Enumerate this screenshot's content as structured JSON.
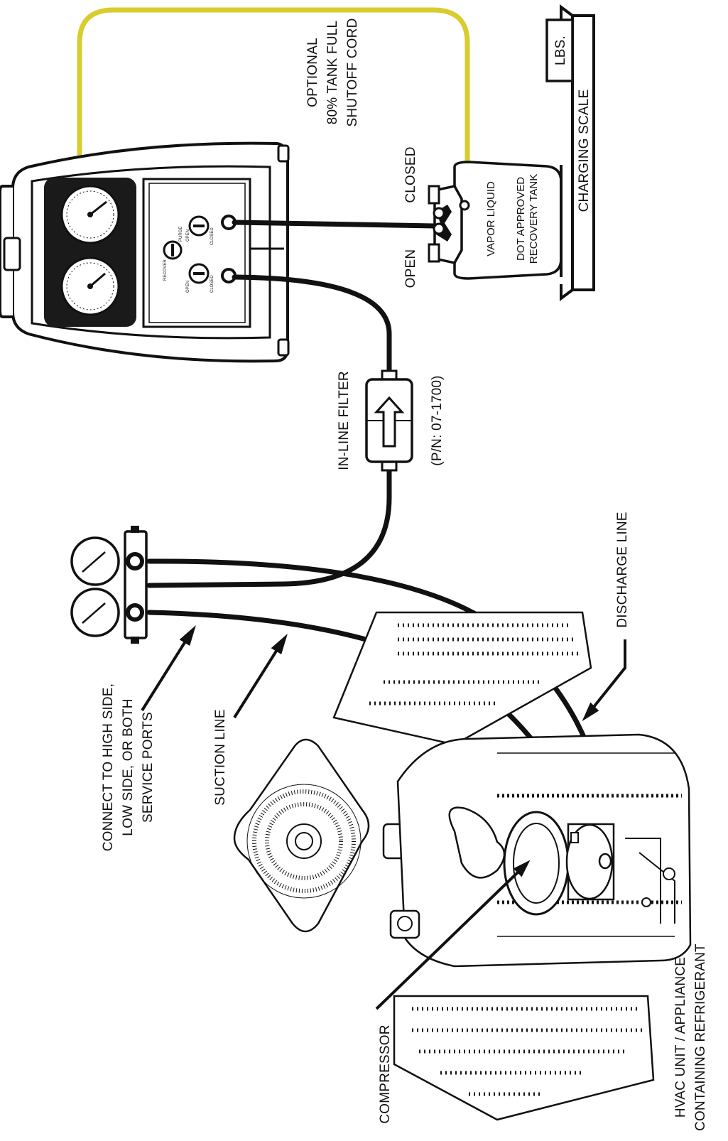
{
  "labels": {
    "shutoff_line1": "OPTIONAL",
    "shutoff_line2": "80% TANK FULL",
    "shutoff_line3": "SHUTOFF CORD",
    "scale_unit": "LBS.",
    "charging_scale": "CHARGING SCALE",
    "valve_closed": "CLOSED",
    "valve_open": "OPEN",
    "tank_ports": "VAPOR  LIQUID",
    "tank_line1": "DOT APPROVED",
    "tank_line2": "RECOVERY TANK",
    "filter_name": "IN-LINE FILTER",
    "filter_part": "(P/N: 07-1700)",
    "discharge_line": "DISCHARGE LINE",
    "suction_line": "SUCTION LINE",
    "connect_line1": "CONNECT TO HIGH SIDE,",
    "connect_line2": "LOW SIDE, OR BOTH",
    "connect_line3": "SERVICE PORTS",
    "compressor": "COMPRESSOR",
    "hvac_line1": "HVAC UNIT / APPLIANCE",
    "hvac_line2": "CONTAINING REFRIGERANT"
  },
  "machine_panel": {
    "recover": "RECOVER",
    "purge": "PURGE",
    "open": "OPEN",
    "closed": "CLOSED"
  },
  "colors": {
    "shutoff_cord": "#d9cc2e",
    "ink": "#111111",
    "background": "#ffffff"
  },
  "icons": {
    "gauge": "pressure-gauge-icon",
    "arrow": "pointer-arrow-icon",
    "filter_flow": "flow-arrow-icon"
  }
}
